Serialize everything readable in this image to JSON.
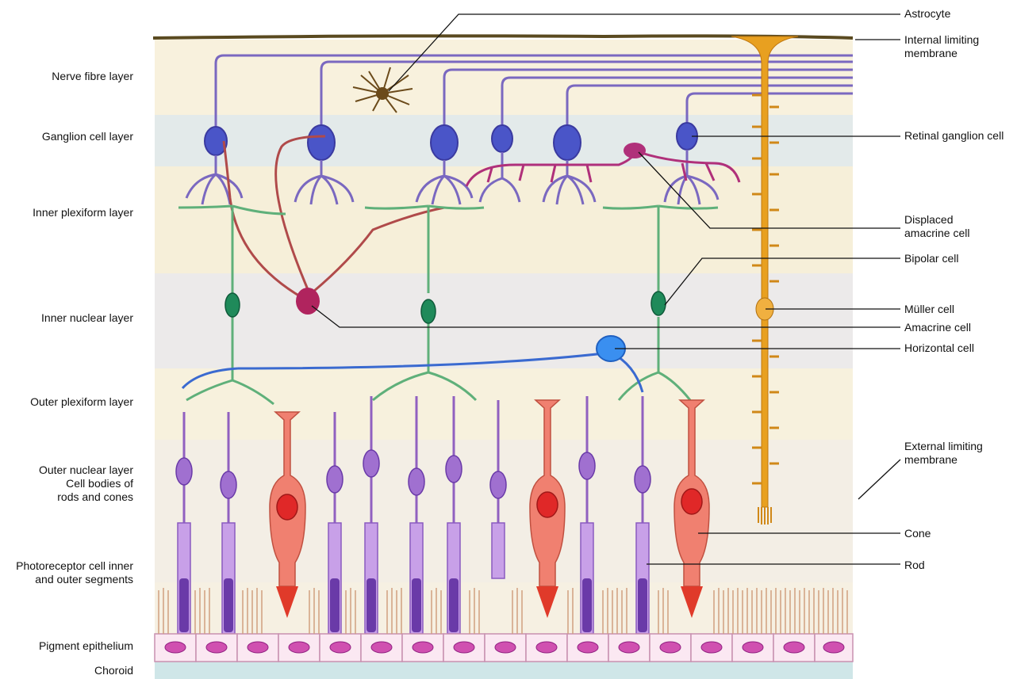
{
  "layers": [
    {
      "key": "nerve_fibre",
      "label": "Nerve fibre layer"
    },
    {
      "key": "ganglion",
      "label": "Ganglion cell layer"
    },
    {
      "key": "inner_plexiform",
      "label": "Inner plexiform layer"
    },
    {
      "key": "inner_nuclear",
      "label": "Inner nuclear layer"
    },
    {
      "key": "outer_plexiform",
      "label": "Outer plexiform layer"
    },
    {
      "key": "outer_nuclear",
      "label": "Outer nuclear layer\nCell bodies of\nrods and cones"
    },
    {
      "key": "photoreceptor",
      "label": "Photoreceptor cell inner\nand outer segments"
    },
    {
      "key": "pigment",
      "label": "Pigment epithelium"
    },
    {
      "key": "choroid",
      "label": "Choroid"
    }
  ],
  "callouts": [
    {
      "key": "astrocyte",
      "label": "Astrocyte"
    },
    {
      "key": "ilm",
      "label": "Internal limiting\nmembrane"
    },
    {
      "key": "rgc",
      "label": "Retinal ganglion cell"
    },
    {
      "key": "displaced",
      "label": "Displaced\namacrine cell"
    },
    {
      "key": "bipolar",
      "label": "Bipolar cell"
    },
    {
      "key": "muller",
      "label": "Müller cell"
    },
    {
      "key": "amacrine",
      "label": "Amacrine cell"
    },
    {
      "key": "horizontal",
      "label": "Horizontal cell"
    },
    {
      "key": "elm",
      "label": "External limiting\nmembrane"
    },
    {
      "key": "cone",
      "label": "Cone"
    },
    {
      "key": "rod",
      "label": "Rod"
    }
  ],
  "colors": {
    "ganglion": "#4a55c8",
    "bipolar": "#1f8a5a",
    "bipolar_line": "#5fb07a",
    "amacrine": "#b0245e",
    "amacrine_line": "#b04a4a",
    "displaced": "#b0307a",
    "horizontal": "#3a8ff0",
    "muller": "#e8a020",
    "astrocyte": "#6b4a1a",
    "rod": "#a070d0",
    "rod_outer": "#6a3aa8",
    "cone": "#f08070",
    "cone_nucleus": "#e02828",
    "pigment_nucleus": "#d050b0",
    "membrane": "#5a4a20"
  }
}
